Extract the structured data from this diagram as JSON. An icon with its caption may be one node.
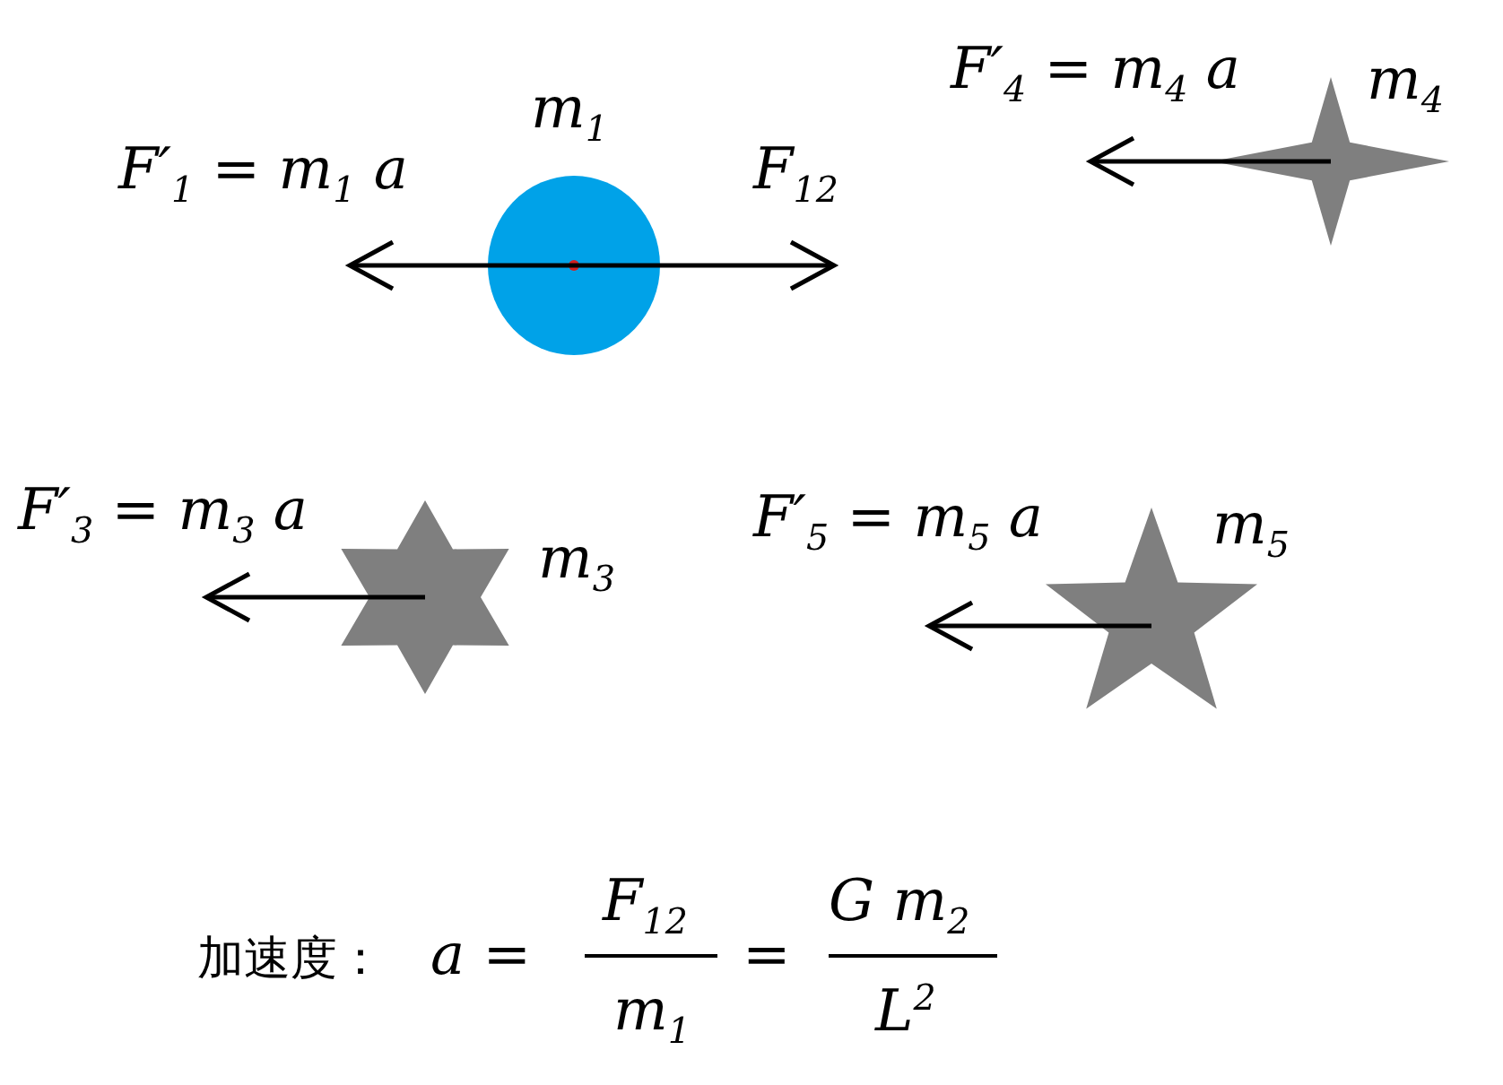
{
  "diagram": {
    "nodes": [
      {
        "text": [],
        "shape": "circle",
        "beside": [
          "m$_{1}$"
        ]
      },
      {
        "text": [],
        "shape": "star",
        "beside": [
          "m$_{4}$"
        ]
      },
      {
        "text": [],
        "shape": "star",
        "beside": [
          "m$_{3}$"
        ]
      },
      {
        "text": [],
        "shape": "star",
        "beside": [
          "m$_{5}$"
        ]
      }
    ],
    "edges": [],
    "labels": [
      "F′$_{1}$ = m$_{1}$ a",
      "F$_{12}$",
      "F′$_{4}$ = m$_{4}$ a",
      "F′$_{3}$ = m$_{3}$ a",
      "F′$_{5}$ = m$_{5}$ a",
      "加速度：",
      "a =",
      "F$_{12}$",
      "m$_{1}$",
      "=",
      "G m$_{2}$",
      "L$^{2}$"
    ]
  }
}
